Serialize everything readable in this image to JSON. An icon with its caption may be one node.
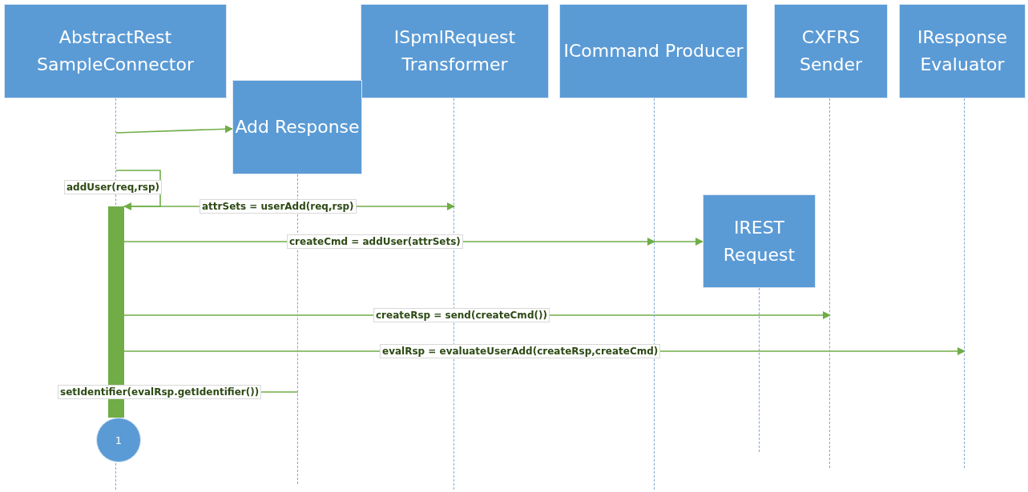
{
  "diagram": {
    "nodes": [
      {
        "text": [
          "AbstractRest SampleConnector"
        ]
      },
      {
        "text": [
          "ISpmlRequest Transformer"
        ]
      },
      {
        "text": [
          "ICommand Producer"
        ]
      },
      {
        "text": [
          "CXFRS Sender"
        ]
      },
      {
        "text": [
          "IResponse Evaluator"
        ]
      },
      {
        "text": [
          "Add Response"
        ]
      },
      {
        "text": [
          "IREST Request"
        ]
      },
      {
        "text": [
          "1"
        ]
      },
      {
        "text": [],
        "shape": "bar"
      },
      {
        "text": [],
        "shape": "line"
      },
      {
        "text": [],
        "shape": "line"
      },
      {
        "text": [],
        "shape": "line"
      },
      {
        "text": [],
        "shape": "line"
      },
      {
        "text": [],
        "shape": "line"
      },
      {
        "text": [],
        "shape": "line"
      },
      {
        "text": [],
        "shape": "line"
      }
    ],
    "edges": [
      {
        "from": 9,
        "to": 5,
        "arrow": "to"
      },
      {
        "from": 9,
        "to": 8,
        "arrow": "none",
        "label": "addUser(req,rsp)"
      },
      {
        "from": 8,
        "to": 11,
        "arrow": "both",
        "label": "attrSets = userAdd(req,rsp)"
      },
      {
        "from": 8,
        "to": 12,
        "arrow": "to",
        "label": "createCmd = addUser(attrSets)"
      },
      {
        "from": 12,
        "to": 6,
        "arrow": "to"
      },
      {
        "from": 8,
        "to": 14,
        "arrow": "to",
        "label": "createRsp = send(createCmd())"
      },
      {
        "from": 8,
        "to": 15,
        "arrow": "to",
        "label": "evalRsp = evaluateUserAdd(createRsp,createCmd)"
      },
      {
        "from": 8,
        "to": 10,
        "arrow": "none",
        "label": "setIdentifier(evalRsp.getIdentifier())"
      }
    ]
  }
}
